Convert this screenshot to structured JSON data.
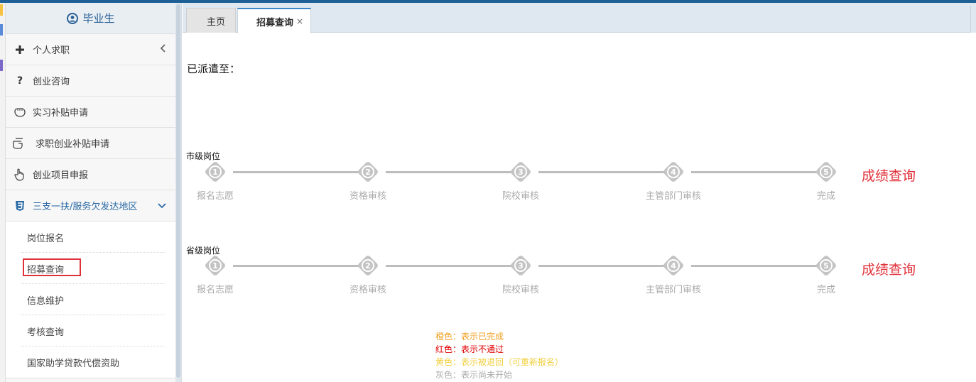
{
  "colors": {
    "accent": "#2b6aa5",
    "result_link": "#e0303a",
    "legend_orange": "#f0a020",
    "legend_red": "#e00000",
    "legend_yellow": "#f0d040",
    "legend_gray": "#aaaaaa"
  },
  "sidebar": {
    "user_icon": "user-circle-icon",
    "user_label": "毕业生",
    "items": [
      {
        "label": "个人求职",
        "icon": "plus-icon"
      },
      {
        "label": "创业咨询",
        "icon": "question-icon"
      },
      {
        "label": "实习补贴申请",
        "icon": "hand-icon"
      },
      {
        "label": "求职创业补贴申请",
        "icon": "hand-point-icon"
      },
      {
        "label": "创业项目申报",
        "icon": "pointer-hand-icon"
      },
      {
        "label": "三支一扶/服务欠发达地区",
        "icon": "css3-icon"
      }
    ],
    "submenu": [
      {
        "label": "岗位报名"
      },
      {
        "label": "招募查询"
      },
      {
        "label": "信息维护"
      },
      {
        "label": "考核查询"
      },
      {
        "label": "国家助学贷款代偿资助"
      }
    ]
  },
  "tabs": {
    "home": "主页",
    "active": "招募查询",
    "close": "×"
  },
  "content": {
    "dispatched": "已派遣至：",
    "flows": [
      {
        "label": "市级岗位",
        "steps": [
          {
            "num": "1",
            "label": "报名志愿"
          },
          {
            "num": "2",
            "label": "资格审核"
          },
          {
            "num": "3",
            "label": "院校审核"
          },
          {
            "num": "4",
            "label": "主管部门审核"
          },
          {
            "num": "5",
            "label": "完成"
          }
        ],
        "result": "成绩查询"
      },
      {
        "label": "省级岗位",
        "steps": [
          {
            "num": "1",
            "label": "报名志愿"
          },
          {
            "num": "2",
            "label": "资格审核"
          },
          {
            "num": "3",
            "label": "院校审核"
          },
          {
            "num": "4",
            "label": "主管部门审核"
          },
          {
            "num": "5",
            "label": "完成"
          }
        ],
        "result": "成绩查询"
      }
    ],
    "legend": [
      {
        "text": "橙色：表示已完成"
      },
      {
        "text": "红色：表示不通过"
      },
      {
        "text": "黄色：表示被退回（可重新报名）"
      },
      {
        "text": "灰色：表示尚未开始"
      }
    ]
  }
}
